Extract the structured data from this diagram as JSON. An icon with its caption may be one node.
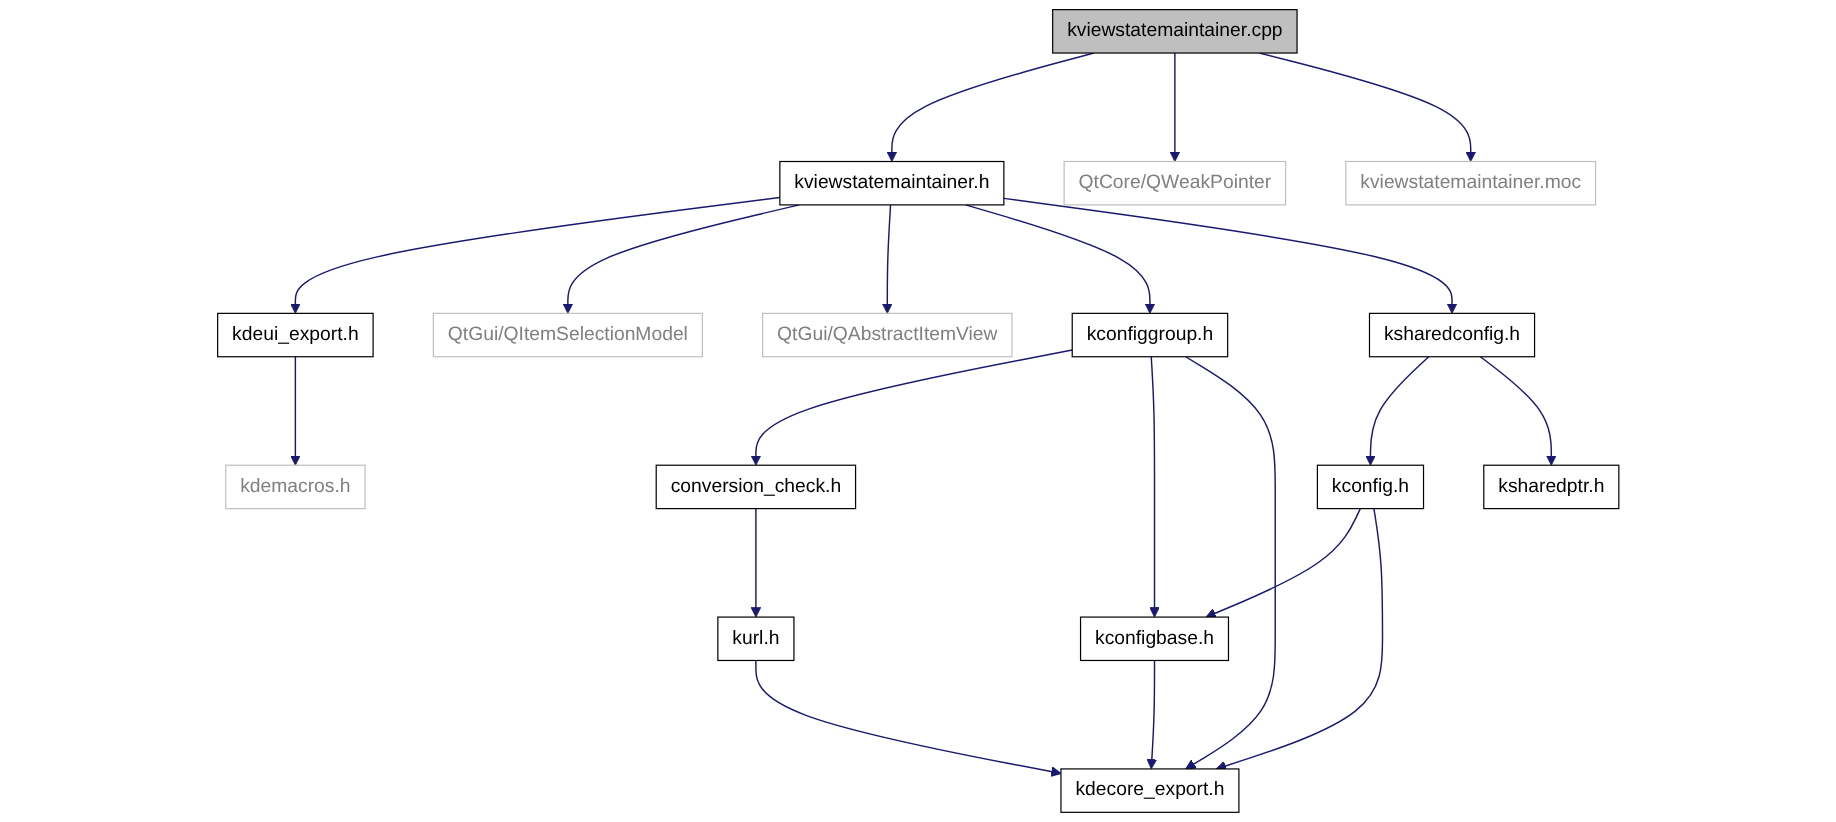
{
  "diagram": {
    "nodes": [
      {
        "text": [
          "kviewstatemaintainer.cpp"
        ]
      },
      {
        "text": [
          "kviewstatemaintainer.h"
        ]
      },
      {
        "text": [
          "QtCore/QWeakPointer"
        ]
      },
      {
        "text": [
          "kviewstatemaintainer.moc"
        ]
      },
      {
        "text": [
          "kdeui_export.h"
        ]
      },
      {
        "text": [
          "QtGui/QItemSelectionModel"
        ]
      },
      {
        "text": [
          "QtGui/QAbstractItemView"
        ]
      },
      {
        "text": [
          "kconfiggroup.h"
        ]
      },
      {
        "text": [
          "ksharedconfig.h"
        ]
      },
      {
        "text": [
          "kdemacros.h"
        ]
      },
      {
        "text": [
          "conversion_check.h"
        ]
      },
      {
        "text": [
          "kconfig.h"
        ]
      },
      {
        "text": [
          "ksharedptr.h"
        ]
      },
      {
        "text": [
          "kurl.h"
        ]
      },
      {
        "text": [
          "kconfigbase.h"
        ]
      },
      {
        "text": [
          "kdecore_export.h"
        ]
      }
    ],
    "edges": [
      {
        "from": 0,
        "to": 1,
        "arrow": "to"
      },
      {
        "from": 0,
        "to": 2,
        "arrow": "to"
      },
      {
        "from": 0,
        "to": 3,
        "arrow": "to"
      },
      {
        "from": 1,
        "to": 4,
        "arrow": "to"
      },
      {
        "from": 1,
        "to": 5,
        "arrow": "to"
      },
      {
        "from": 1,
        "to": 6,
        "arrow": "to"
      },
      {
        "from": 1,
        "to": 7,
        "arrow": "to"
      },
      {
        "from": 1,
        "to": 8,
        "arrow": "to"
      },
      {
        "from": 4,
        "to": 9,
        "arrow": "to"
      },
      {
        "from": 7,
        "to": 10,
        "arrow": "to"
      },
      {
        "from": 7,
        "to": 14,
        "arrow": "to"
      },
      {
        "from": 7,
        "to": 15,
        "arrow": "to"
      },
      {
        "from": 8,
        "to": 11,
        "arrow": "to"
      },
      {
        "from": 8,
        "to": 12,
        "arrow": "to"
      },
      {
        "from": 10,
        "to": 13,
        "arrow": "to"
      },
      {
        "from": 11,
        "to": 14,
        "arrow": "to"
      },
      {
        "from": 11,
        "to": 15,
        "arrow": "to"
      },
      {
        "from": 13,
        "to": 15,
        "arrow": "to"
      },
      {
        "from": 14,
        "to": 15,
        "arrow": "to"
      }
    ]
  }
}
